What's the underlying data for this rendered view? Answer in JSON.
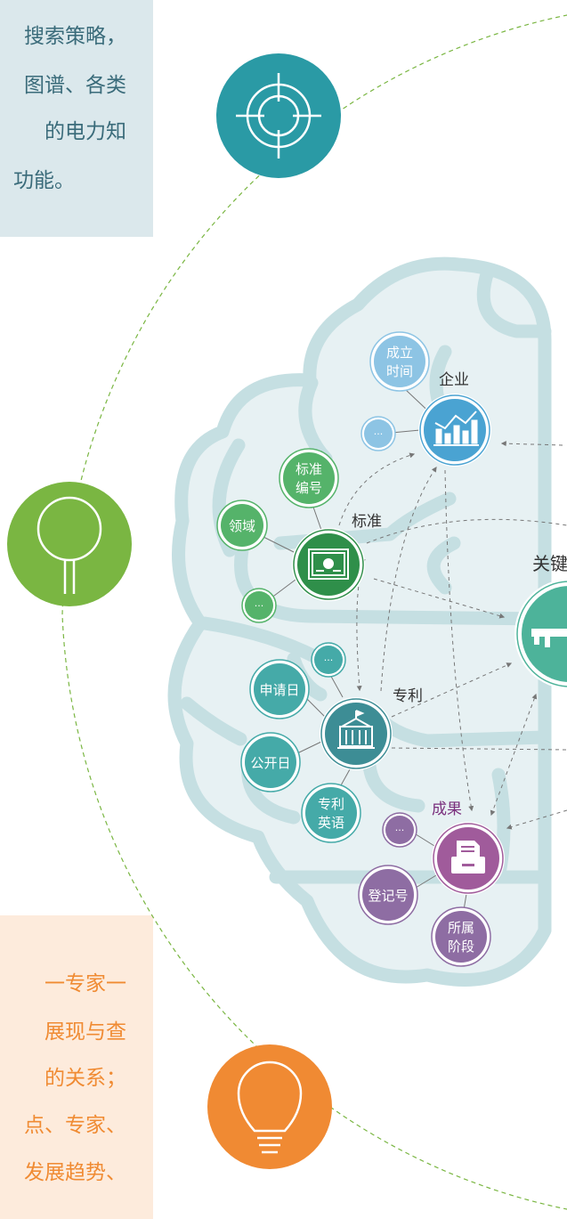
{
  "top_box": {
    "lines": [
      "搜索策略，",
      "图谱、各类",
      "的电力知",
      "功能。"
    ]
  },
  "bottom_box": {
    "lines": [
      "一专家一",
      "展现与查",
      "的关系；",
      "点、专家、",
      "发展趋势、"
    ]
  },
  "nodes": {
    "enterprise": {
      "label": "企业",
      "children": [
        "成立\n时间",
        "···"
      ]
    },
    "standard": {
      "label": "标准",
      "children": [
        "标准\n编号",
        "领域",
        "···"
      ]
    },
    "patent": {
      "label": "专利",
      "children": [
        "申请日",
        "公开日",
        "专利\n英语",
        "···"
      ]
    },
    "achievement": {
      "label": "成果",
      "children": [
        "登记号",
        "所属\n阶段",
        "···"
      ]
    },
    "key": {
      "label": "关键"
    }
  },
  "icons": {
    "target": "target-icon",
    "search": "magnifier-icon",
    "idea": "lightbulb-icon"
  },
  "colors": {
    "teal": "#2a9aa5",
    "green": "#7ab642",
    "orange": "#f08a33",
    "brain": "#c5dfe2",
    "enterprise": "#4aa3d2",
    "standard": "#2f8f4a",
    "patent": "#3d8d95",
    "achievement": "#a05b9b",
    "key": "#4db39a"
  }
}
